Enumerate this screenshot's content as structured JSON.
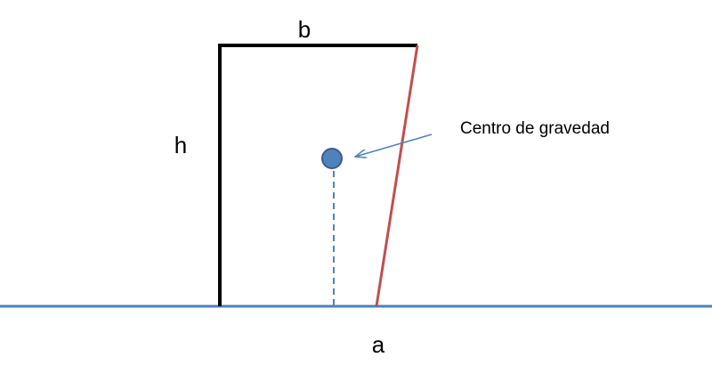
{
  "labels": {
    "top": "b",
    "left": "h",
    "bottom": "a",
    "callout": "Centro de gravedad"
  },
  "colors": {
    "background": "#ffffff",
    "block_outline": "#000000",
    "slanted_side": "#c0504d",
    "ground": "#4f81bd",
    "center_point_fill": "#4f81bd",
    "center_point_stroke": "#385d8a",
    "plumb_line": "#4f81bd",
    "arrow": "#4f81bd"
  }
}
